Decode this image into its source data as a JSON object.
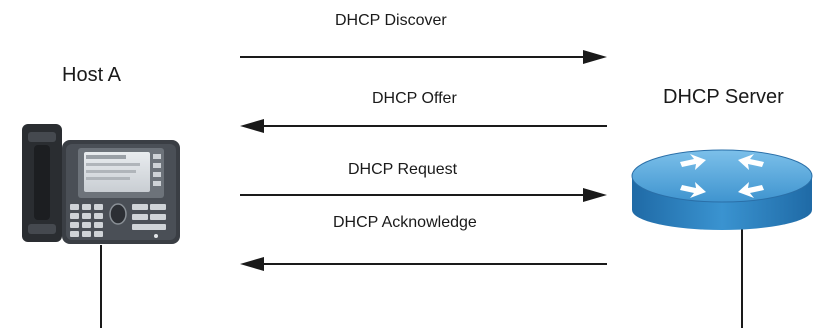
{
  "host": {
    "label": "Host A",
    "device_icon": "ip-phone-icon"
  },
  "server": {
    "label": "DHCP Server",
    "device_icon": "router-icon"
  },
  "messages": [
    {
      "label": "DHCP Discover",
      "direction": "to-server"
    },
    {
      "label": "DHCP Offer",
      "direction": "to-host"
    },
    {
      "label": "DHCP Request",
      "direction": "to-server"
    },
    {
      "label": "DHCP Acknowledge",
      "direction": "to-host"
    }
  ],
  "colors": {
    "line": "#1a1a1a",
    "router_body": "#2f80c0",
    "router_top": "#5aa8dc"
  }
}
